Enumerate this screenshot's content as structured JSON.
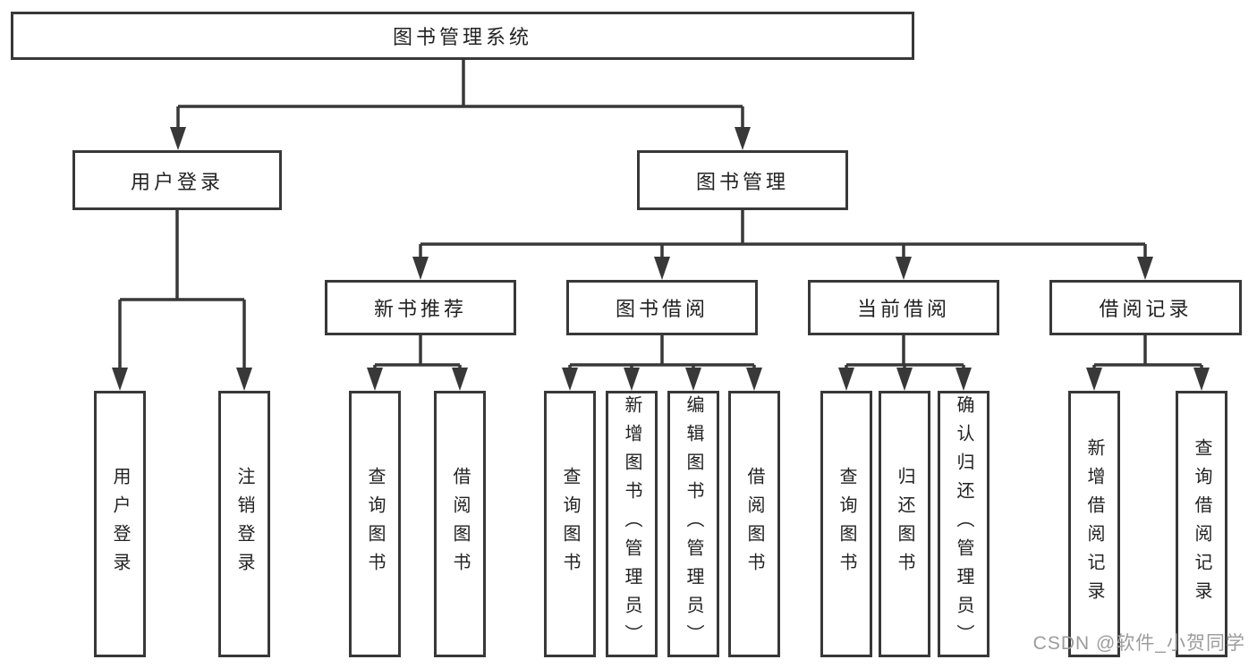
{
  "diagram": {
    "type": "hierarchy-tree",
    "nodes": {
      "root": "图书管理系统",
      "level2": {
        "user_login": "用户登录",
        "book_mgmt": "图书管理"
      },
      "level3": {
        "new_book": "新书推荐",
        "book_borrow": "图书借阅",
        "current_borrow": "当前借阅",
        "borrow_record": "借阅记录"
      },
      "leaves": {
        "user_login": "用户登录",
        "logout": "注销登录",
        "nb_query": "查询图书",
        "nb_borrow": "借阅图书",
        "bb_query": "查询图书",
        "bb_add": "新增图书（管理员）",
        "bb_edit": "编辑图书（管理员）",
        "bb_borrow": "借阅图书",
        "cb_query": "查询图书",
        "cb_return": "归还图书",
        "cb_confirm": "确认归还（管理员）",
        "br_add": "新增借阅记录",
        "br_query": "查询借阅记录"
      }
    },
    "edges": [
      {
        "from": "图书管理系统",
        "to": [
          "用户登录",
          "图书管理"
        ]
      },
      {
        "from": "用户登录",
        "to": [
          "用户登录",
          "注销登录"
        ]
      },
      {
        "from": "图书管理",
        "to": [
          "新书推荐",
          "图书借阅",
          "当前借阅",
          "借阅记录"
        ]
      },
      {
        "from": "新书推荐",
        "to": [
          "查询图书",
          "借阅图书"
        ]
      },
      {
        "from": "图书借阅",
        "to": [
          "查询图书",
          "新增图书（管理员）",
          "编辑图书（管理员）",
          "借阅图书"
        ]
      },
      {
        "from": "当前借阅",
        "to": [
          "查询图书",
          "归还图书",
          "确认归还（管理员）"
        ]
      },
      {
        "from": "借阅记录",
        "to": [
          "新增借阅记录",
          "查询借阅记录"
        ]
      }
    ],
    "colors": {
      "line": "#383838",
      "box_border": "#383838",
      "box_fill": "#ffffff",
      "text": "#222222",
      "background": "#ffffff",
      "watermark": "#9c9c9c"
    }
  },
  "watermark": "CSDN @软件_小贺同学"
}
